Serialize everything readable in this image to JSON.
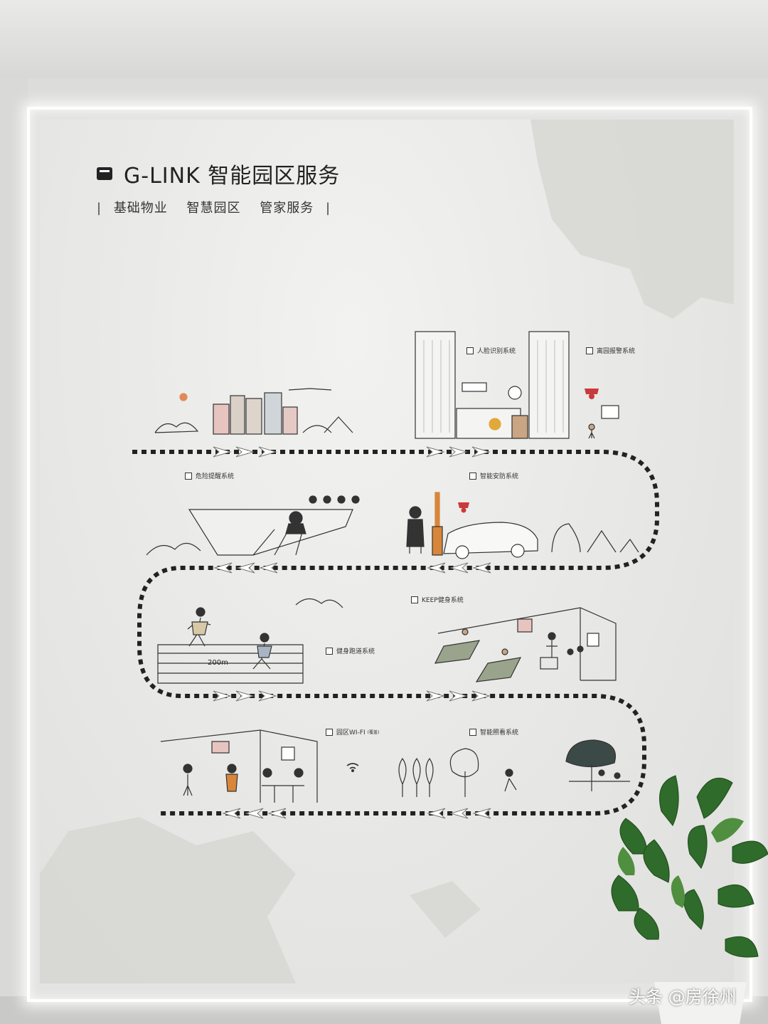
{
  "title": "G-LINK 智能园区服务",
  "subtitle_items": [
    "基础物业",
    "智慧园区",
    "管家服务"
  ],
  "systems": {
    "face": "人脸识别系统",
    "perimeter": "离园报警系统",
    "danger": "危险提醒系统",
    "security": "智能安防系统",
    "keep": "KEEP健身系统",
    "track": "健身跑道系统",
    "wifi": "园区WI-FI",
    "wifi_note": "(覆盖)",
    "care": "智能照看系统"
  },
  "track_label": "200m",
  "watermark": "头条 @房徐州",
  "icons": [
    "title-bar-icon",
    "wifi-icon",
    "camera-icon",
    "arrow-icon"
  ]
}
